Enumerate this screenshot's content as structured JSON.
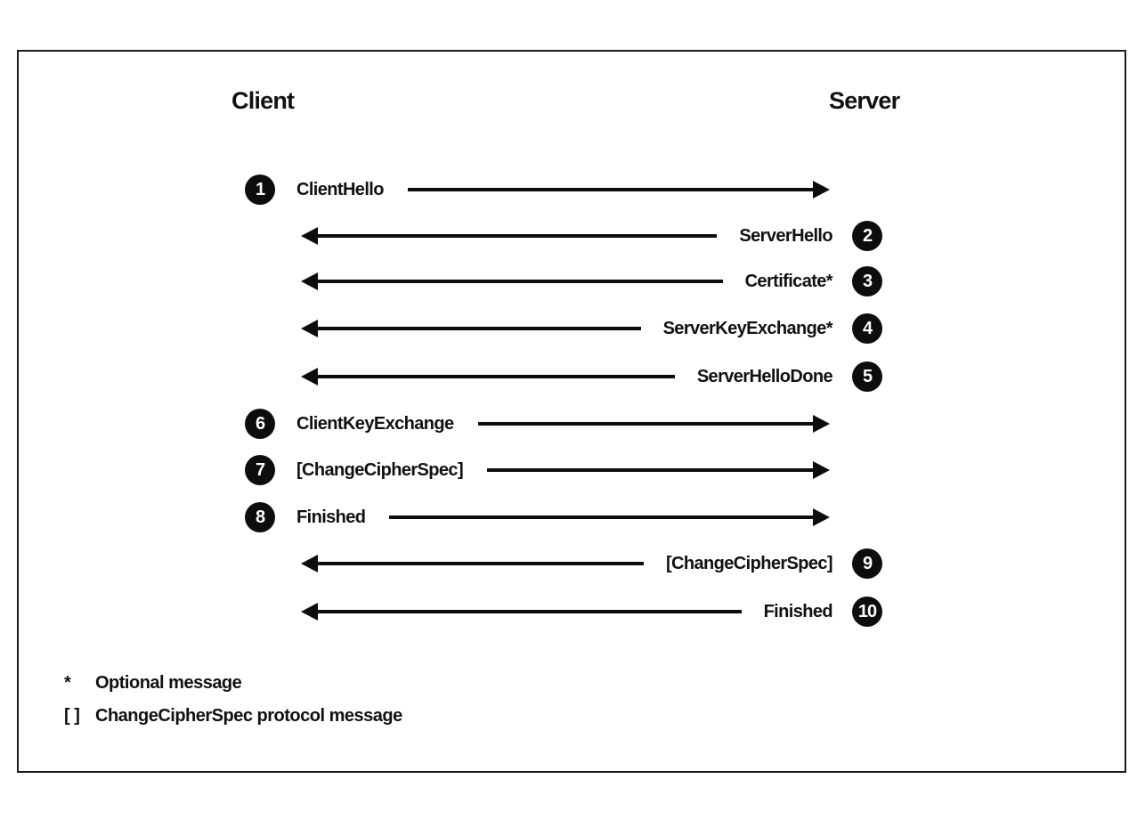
{
  "diagram": {
    "actors": {
      "client": "Client",
      "server": "Server"
    },
    "messages": [
      {
        "number": "1",
        "label": "ClientHello",
        "from": "client",
        "to": "server"
      },
      {
        "number": "2",
        "label": "ServerHello",
        "from": "server",
        "to": "client"
      },
      {
        "number": "3",
        "label": "Certificate*",
        "from": "server",
        "to": "client"
      },
      {
        "number": "4",
        "label": "ServerKeyExchange*",
        "from": "server",
        "to": "client"
      },
      {
        "number": "5",
        "label": "ServerHelloDone",
        "from": "server",
        "to": "client"
      },
      {
        "number": "6",
        "label": "ClientKeyExchange",
        "from": "client",
        "to": "server"
      },
      {
        "number": "7",
        "label": "[ChangeCipherSpec]",
        "from": "client",
        "to": "server"
      },
      {
        "number": "8",
        "label": "Finished",
        "from": "client",
        "to": "server"
      },
      {
        "number": "9",
        "label": "[ChangeCipherSpec]",
        "from": "server",
        "to": "client"
      },
      {
        "number": "10",
        "label": "Finished",
        "from": "server",
        "to": "client"
      }
    ],
    "legend": [
      {
        "symbol": "*",
        "text": "Optional message"
      },
      {
        "symbol": "[ ]",
        "text": "ChangeCipherSpec protocol message"
      }
    ],
    "colors": {
      "ink": "#0d0d0d",
      "background": "#ffffff"
    }
  }
}
